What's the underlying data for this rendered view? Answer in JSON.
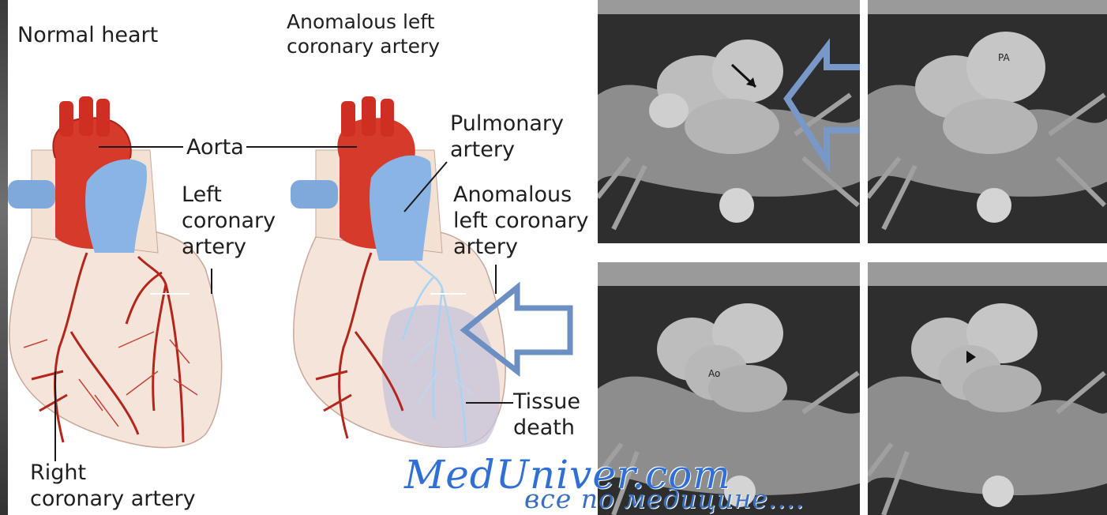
{
  "labels": {
    "normal_heart": "Normal heart",
    "anomalous_title": "Anomalous left\ncoronary artery",
    "aorta": "Aorta",
    "left_coronary": "Left\ncoronary\nartery",
    "pulmonary_artery": "Pulmonary\nartery",
    "anomalous_left_coronary": "Anomalous\nleft coronary\nartery",
    "tissue_death": "Tissue\ndeath",
    "right_coronary": "Right\ncoronary artery"
  },
  "mri": {
    "pa_label": "PA",
    "ao_label": "Ao"
  },
  "watermark": {
    "main": "MedUniver.com",
    "sub": "все по медицине...."
  },
  "colors": {
    "aorta": "#d63a2a",
    "pulmonary": "#8ab4e4",
    "heart_tissue": "#f4e6dd",
    "arrow_outline": "#6b8fc2",
    "watermark": "#2f6fd6"
  },
  "icons": [
    "arrow-left-outline-icon",
    "arrow-left-outline-icon",
    "black-arrow-icon",
    "arrowhead-icon"
  ]
}
